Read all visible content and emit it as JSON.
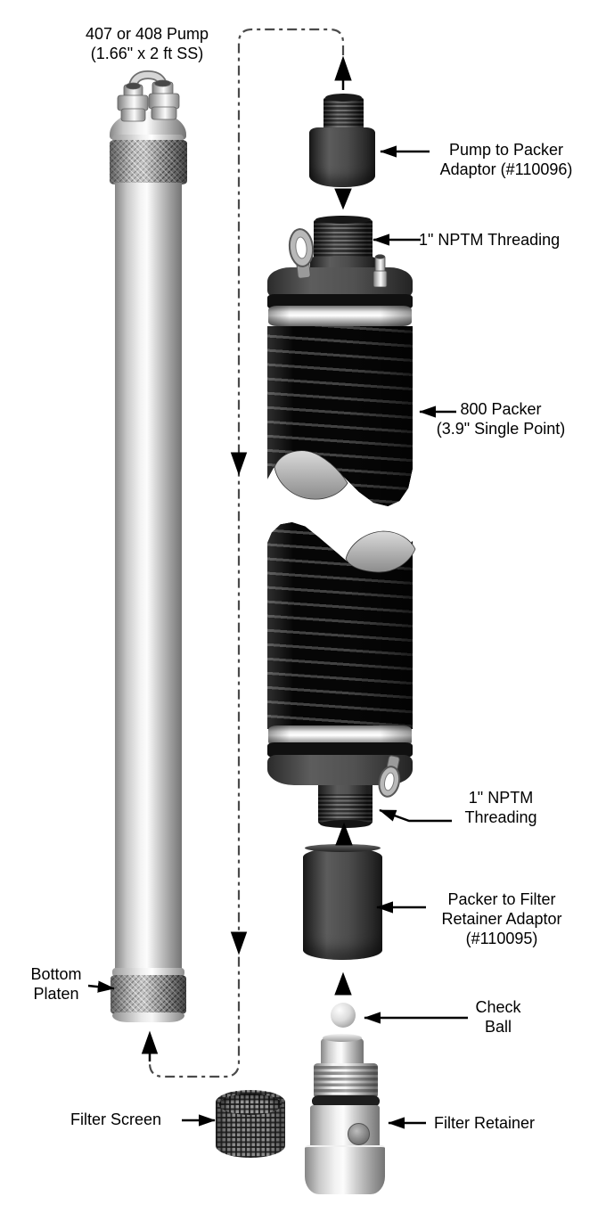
{
  "diagram": {
    "title": "Pump and packer assembly exploded diagram",
    "labels": {
      "pump": {
        "text": "407 or 408 Pump\n(1.66\" x 2 ft SS)"
      },
      "pump_to_packer_adaptor": {
        "text": "Pump to Packer\nAdaptor (#110096)"
      },
      "nptm_threading_top": {
        "text": "1\" NPTM Threading"
      },
      "packer_800": {
        "text": "800 Packer\n(3.9\" Single Point)"
      },
      "nptm_threading_bottom": {
        "text": "1\" NPTM\nThreading"
      },
      "packer_to_filter_retainer_adaptor": {
        "text": "Packer to Filter\nRetainer Adaptor\n(#110095)"
      },
      "check_ball": {
        "text": "Check\nBall"
      },
      "filter_retainer": {
        "text": "Filter Retainer"
      },
      "bottom_platen": {
        "text": "Bottom\nPlaten"
      },
      "filter_screen": {
        "text": "Filter Screen"
      }
    },
    "colors": {
      "background": "#ffffff",
      "text": "#000000",
      "arrows": "#000000",
      "dashed_path": "#4a4a4a",
      "packer_rubber": "#0d0d0d",
      "silver_metal": "#c9c9c9",
      "dark_metal": "#3a3a3a"
    }
  }
}
